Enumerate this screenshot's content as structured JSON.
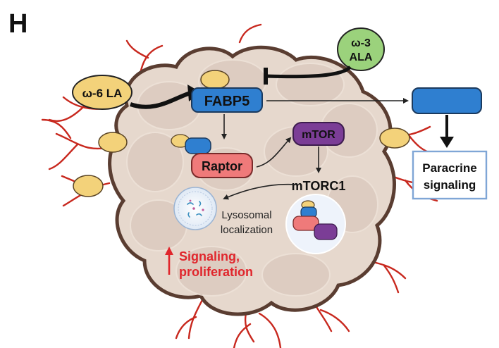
{
  "panel": {
    "label": "H"
  },
  "nodes": {
    "omega6": "ω-6 LA",
    "omega3_line1": "ω-3",
    "omega3_line2": "ALA",
    "fabp5": "FABP5",
    "raptor": "Raptor",
    "mtor": "mTOR",
    "mtorc1": "mTORC1",
    "lysosomal_line1": "Lysosomal",
    "lysosomal_line2": "localization",
    "signaling_line1": "Signaling,",
    "signaling_line2": "proliferation",
    "paracrine_line1": "Paracrine",
    "paracrine_line2": "signaling"
  },
  "colors": {
    "tumor_fill": "#e6d8cd",
    "tumor_outline": "#5a3d31",
    "vessel": "#c8281e",
    "fatty_acid": "#f3d27a",
    "omega3": "#9bd27c",
    "fabp5": "#2f7fd0",
    "raptor": "#ef7a7a",
    "mtor": "#7b3d96",
    "signaling_text": "#e0262c",
    "paracrine_border": "#7fa6d6"
  }
}
